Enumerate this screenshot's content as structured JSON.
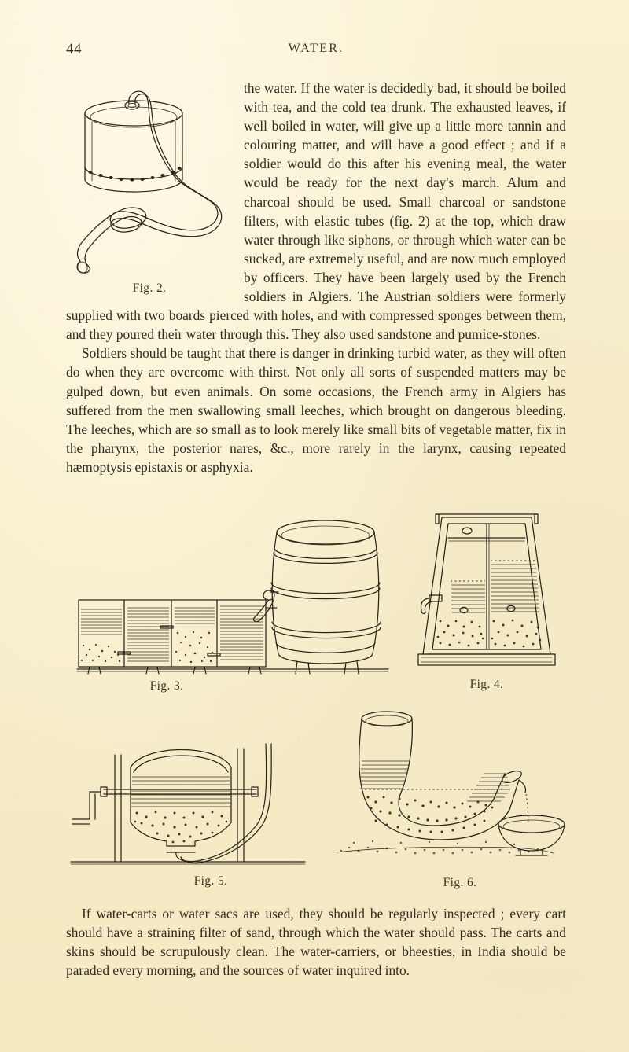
{
  "page": {
    "folio": "44",
    "running_head": "WATER.",
    "background_color": "#f7edc8",
    "ink_color": "#29251c"
  },
  "body": {
    "paragraph_1": "the water. If the water is decidedly bad, it should be boiled with tea, and the cold tea drunk. The exhausted leaves, if well boiled in water, will give up a little more tannin and colouring matter, and will have a good effect ; and if a soldier would do this after his evening meal, the water would be ready for the next day's march. Alum and charcoal should be used. Small charcoal or sandstone filters, with elastic tubes (fig. 2) at the top, which draw water through like siphons, or through which water can be sucked, are extremely useful, and are now much employed by officers. They have been largely used by the French soldiers in Algiers. The Austrian soldiers were formerly supplied with two boards pierced with holes, and with compressed sponges between them, and they poured their water through this. They also used sandstone and pumice-stones.",
    "paragraph_2": "Soldiers should be taught that there is danger in drinking turbid water, as they will often do when they are overcome with thirst. Not only all sorts of suspended matters may be gulped down, but even animals. On some occasions, the French army in Algiers has suffered from the men swallowing small leeches, which brought on dangerous bleeding. The leeches, which are so small as to look merely like small bits of vegetable matter, fix in the pharynx, the posterior nares, &c., more rarely in the larynx, causing repeated hæmoptysis epistaxis or asphyxia.",
    "paragraph_3": "If water-carts or water sacs are used, they should be regularly inspected ; every cart should have a straining filter of sand, through which the water should pass. The carts and skins should be scrupulously clean. The water-carriers, or bheesties, in India should be paraded every morning, and the sources of water inquired into."
  },
  "figures": [
    {
      "id": "fig2",
      "caption": "Fig. 2.",
      "subject": "portable charcoal filter cylinder with elastic siphon tube"
    },
    {
      "id": "fig3",
      "caption": "Fig. 3.",
      "subject": "sectional multi-chamber sand and charcoal filter box with water cask"
    },
    {
      "id": "fig4",
      "caption": "Fig. 4.",
      "subject": "tapered double-compartment gravity filter tank with tap"
    },
    {
      "id": "fig5",
      "caption": "Fig. 5.",
      "subject": "domed filter vessel mounted in a swinging frame with outlet hose"
    },
    {
      "id": "fig6",
      "caption": "Fig. 6.",
      "subject": "curved horn-shaped sand filter pouring filtered water into a bowl"
    }
  ]
}
